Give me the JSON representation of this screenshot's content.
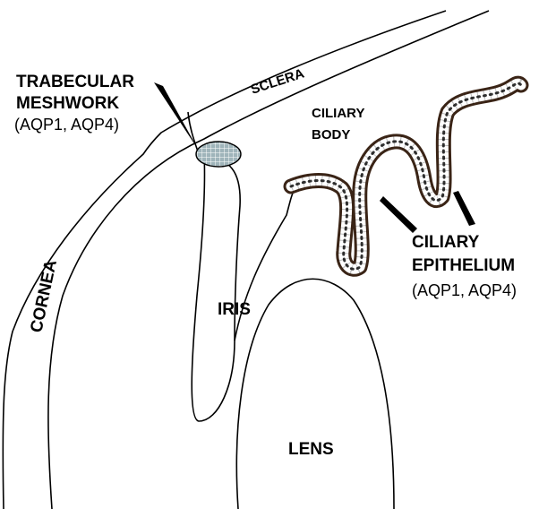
{
  "labels": {
    "trabecular_line1": "TRABECULAR",
    "trabecular_line2": "MESHWORK",
    "trabecular_aqp": "(AQP1, AQP4)",
    "sclera": "SCLERA",
    "ciliary_body_line1": "CILIARY",
    "ciliary_body_line2": "BODY",
    "ciliary_epi_line1": "CILIARY",
    "ciliary_epi_line2": "EPITHELIUM",
    "ciliary_epi_aqp": "(AQP1, AQP4)",
    "cornea": "CORNEA",
    "iris": "IRIS",
    "lens": "LENS"
  },
  "colors": {
    "outline": "#000000",
    "pigment_layer": "#3a2416",
    "cell_fill": "#ffffff",
    "meshwork_fill": "#9fb4ba"
  }
}
